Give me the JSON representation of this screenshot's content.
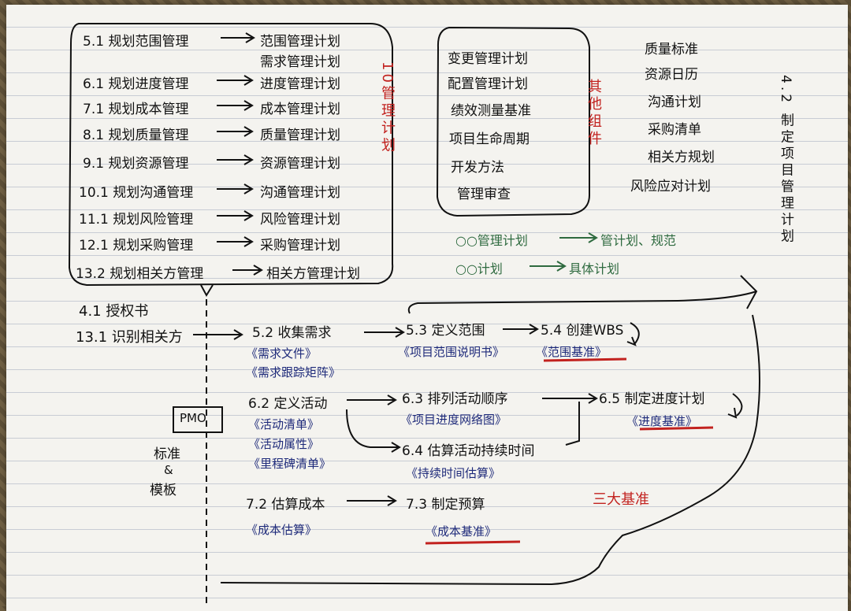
{
  "plan_box": {
    "rows": [
      {
        "left": "5.1 规划范围管理",
        "right": "范围管理计划"
      },
      {
        "left": "",
        "right": "需求管理计划"
      },
      {
        "left": "6.1 规划进度管理",
        "right": "进度管理计划"
      },
      {
        "left": "7.1 规划成本管理",
        "right": "成本管理计划"
      },
      {
        "left": "8.1 规划质量管理",
        "right": "质量管理计划"
      },
      {
        "left": "9.1 规划资源管理",
        "right": "资源管理计划"
      },
      {
        "left": "10.1 规划沟通管理",
        "right": "沟通管理计划"
      },
      {
        "left": "11.1 规划风险管理",
        "right": "风险管理计划"
      },
      {
        "left": "12.1 规划采购管理",
        "right": "采购管理计划"
      },
      {
        "left": "13.2 规划相关方管理",
        "right": "相关方管理计划"
      }
    ],
    "side_label": "10管理计划"
  },
  "other_box": {
    "items": [
      "变更管理计划",
      "配置管理计划",
      "绩效测量基准",
      "项目生命周期",
      "开发方法",
      "管理审查"
    ],
    "side_label": "其他组件"
  },
  "right_list": [
    "质量标准",
    "资源日历",
    "沟通计划",
    "采购清单",
    "相关方规划",
    "风险应对计划"
  ],
  "vertical_title": "4.2 制定项目管理计划",
  "notes": [
    {
      "text": "○○管理计划",
      "arrow_to": "管计划、规范"
    },
    {
      "text": "○○计划",
      "arrow_to": "具体计划"
    }
  ],
  "start": {
    "line1": "4.1 授权书",
    "line2": "13.1 识别相关方"
  },
  "flow": {
    "scope": [
      {
        "title": "5.2 收集需求",
        "outputs": [
          "《需求文件》",
          "《需求跟踪矩阵》"
        ]
      },
      {
        "title": "5.3 定义范围",
        "outputs": [
          "《项目范围说明书》"
        ]
      },
      {
        "title": "5.4 创建WBS",
        "outputs": [
          "《范围基准》"
        ]
      }
    ],
    "schedule": [
      {
        "title": "6.2 定义活动",
        "outputs": [
          "《活动清单》",
          "《活动属性》",
          "《里程碑清单》"
        ]
      },
      {
        "title": "6.3 排列活动顺序",
        "outputs": [
          "《项目进度网络图》"
        ]
      },
      {
        "title": "6.4 估算活动持续时间",
        "outputs": [
          "《持续时间估算》"
        ]
      },
      {
        "title": "6.5 制定进度计划",
        "outputs": [
          "《进度基准》"
        ]
      }
    ],
    "cost": [
      {
        "title": "7.2 估算成本",
        "outputs": [
          "《成本估算》"
        ]
      },
      {
        "title": "7.3 制定预算",
        "outputs": [
          "《成本基准》"
        ]
      }
    ]
  },
  "pmo": {
    "box": "PMO",
    "caption1": "标准",
    "caption2": "&",
    "caption3": "模板"
  },
  "three_baselines": "三大基准"
}
